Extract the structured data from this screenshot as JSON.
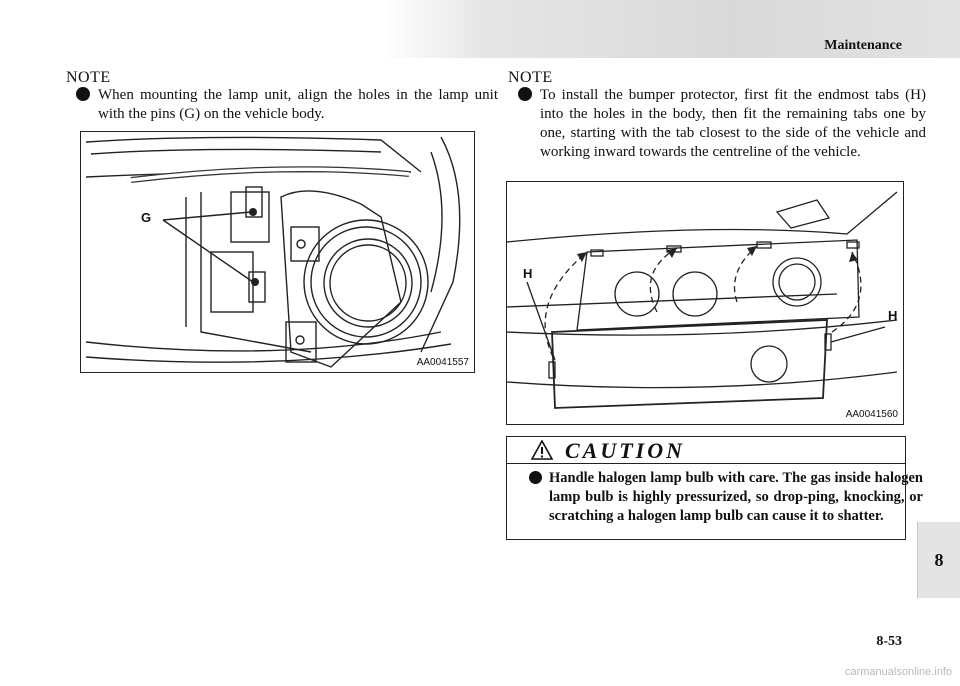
{
  "header": {
    "section_title": "Maintenance"
  },
  "left": {
    "note_label": "NOTE",
    "note_text": "When mounting the lamp unit, align the holes in the lamp unit with the pins (G) on the vehicle body.",
    "figure": {
      "callout": "G",
      "code": "AA0041557"
    }
  },
  "right": {
    "note_label": "NOTE",
    "note_text": "To install the bumper protector, first fit the endmost tabs (H) into the holes in the body, then fit the remaining tabs one by one, starting with the tab closest to the side of the vehicle and working inward towards the centreline of the vehicle.",
    "figure": {
      "callout_left": "H",
      "callout_right": "H",
      "code": "AA0041560"
    }
  },
  "caution": {
    "title": "CAUTION",
    "text": "Handle halogen lamp bulb with care. The gas inside halogen lamp bulb is highly pressurized, so drop-ping, knocking, or scratching a halogen lamp bulb can cause it to shatter."
  },
  "chapter_tab": "8",
  "page_number": "8-53",
  "watermark": "carmanualsonline.info",
  "icons": [
    "bullet-icon",
    "warning-triangle-icon"
  ]
}
